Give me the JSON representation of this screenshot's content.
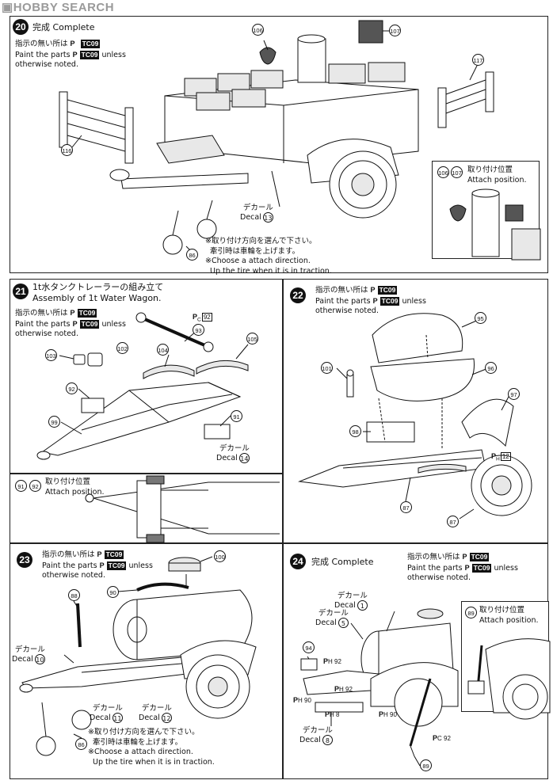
{
  "watermark": "HOBBY SEARCH",
  "common": {
    "paint_jp": "指示の無い所は",
    "paint_en_a": "Paint the parts",
    "paint_en_b": "unless",
    "paint_en_c": "otherwise noted.",
    "color_code": "TC09",
    "attach_jp": "取り付け位置",
    "attach_en": "Attach position.",
    "decal_jp": "デカール",
    "decal_en": "Decal",
    "dir_jp1": "※取り付け方向を選んで下さい。",
    "dir_jp2": "牽引時は車輪を上げます。",
    "dir_en1": "※Choose a attach direction.",
    "dir_en2": "Up the tire when it is in traction."
  },
  "step20": {
    "num": "20",
    "title_jp": "完成",
    "title_en": "Complete",
    "parts": [
      "106",
      "107",
      "117",
      "116",
      "86",
      "106",
      "107"
    ],
    "decal": "13"
  },
  "step21": {
    "num": "21",
    "title_jp": "1t水タンクトレーラーの組み立て",
    "title_en": "Assembly of 1t Water Wagon.",
    "parts": [
      "93",
      "103",
      "102",
      "104",
      "105",
      "92",
      "99",
      "91"
    ],
    "pref_p": "P",
    "pref_c": "C",
    "pref_num": "92",
    "decal": "14",
    "attach_parts": [
      "91",
      "92"
    ]
  },
  "step22": {
    "num": "22",
    "parts": [
      "95",
      "96",
      "101",
      "97",
      "98",
      "87",
      "87"
    ],
    "pref_h": "H",
    "pref_num": "12"
  },
  "step23": {
    "num": "23",
    "parts": [
      "100",
      "90",
      "88",
      "86"
    ],
    "decals": [
      "10",
      "11",
      "12"
    ]
  },
  "step24": {
    "num": "24",
    "title_jp": "完成",
    "title_en": "Complete",
    "parts": [
      "89",
      "94",
      "89"
    ],
    "decals": [
      "1",
      "5",
      "8"
    ],
    "refs": [
      "H 92",
      "H 92",
      "H 90",
      "H 8",
      "H 90",
      "C 92"
    ]
  }
}
